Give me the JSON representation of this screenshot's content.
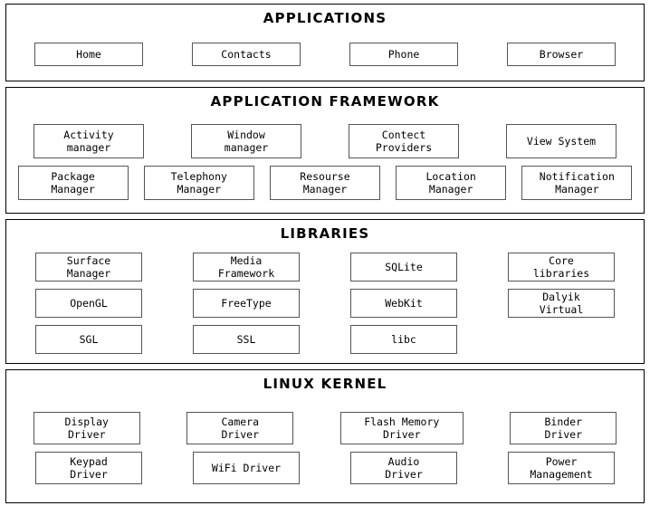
{
  "diagram": {
    "type": "android-architecture-stack",
    "layers": [
      {
        "id": "applications",
        "title": "APPLICATIONS",
        "rows": [
          [
            "Home",
            "Contacts",
            "Phone",
            "Browser"
          ]
        ]
      },
      {
        "id": "framework",
        "title": "APPLICATION FRAMEWORK",
        "rows": [
          [
            "Activity\nmanager",
            "Window\nmanager",
            "Contect\nProviders",
            "View System"
          ],
          [
            "Package\nManager",
            "Telephony\nManager",
            "Resourse\nManager",
            "Location\nManager",
            "Notification\nManager"
          ]
        ]
      },
      {
        "id": "libraries",
        "title": "LIBRARIES",
        "rows": [
          [
            "Surface\nManager",
            "Media\nFramework",
            "SQLite",
            "Core\nlibraries"
          ],
          [
            "OpenGL",
            "FreeType",
            "WebKit",
            "Dalyik\nVirtual"
          ],
          [
            "SGL",
            "SSL",
            "libc"
          ]
        ]
      },
      {
        "id": "kernel",
        "title": "LINUX KERNEL",
        "rows": [
          [
            "Display\nDriver",
            "Camera\nDriver",
            "Flash Memory\nDriver",
            "Binder\nDriver"
          ],
          [
            "Keypad\nDriver",
            "WiFi Driver",
            "Audio\nDriver",
            "Power\nManagement"
          ]
        ]
      }
    ]
  },
  "colors": {
    "background": "#ffffff",
    "layer_border": "#000000",
    "box_border": "#555555",
    "text": "#000000"
  }
}
